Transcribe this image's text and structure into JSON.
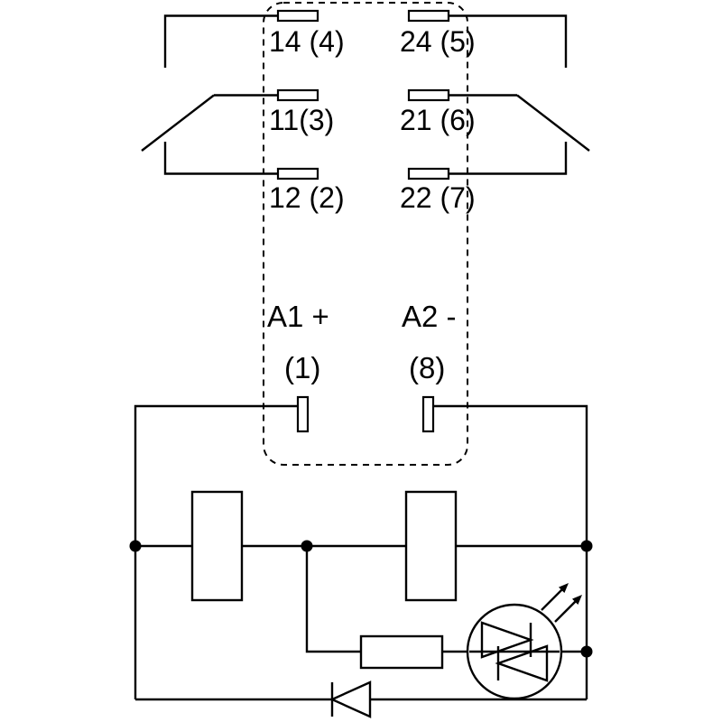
{
  "diagram": {
    "title_hint": "relay-module-wiring-diagram",
    "labels": {
      "t14": "14 (4)",
      "t24": "24 (5)",
      "t11": "11(3)",
      "t21": "21 (6)",
      "t12": "12 (2)",
      "t22": "22 (7)",
      "a1": "A1 +",
      "a2": "A2 -",
      "pin1": "(1)",
      "pin8": "(8)"
    },
    "colors": {
      "line": "#000000",
      "background": "#ffffff"
    },
    "components": [
      "relay-dashed-outline",
      "changeover-contact-left",
      "changeover-contact-right",
      "coil-terminal-a1",
      "coil-terminal-a2",
      "coil-block-left",
      "coil-block-right",
      "series-resistor",
      "led-indicator",
      "freewheeling-diode"
    ]
  }
}
